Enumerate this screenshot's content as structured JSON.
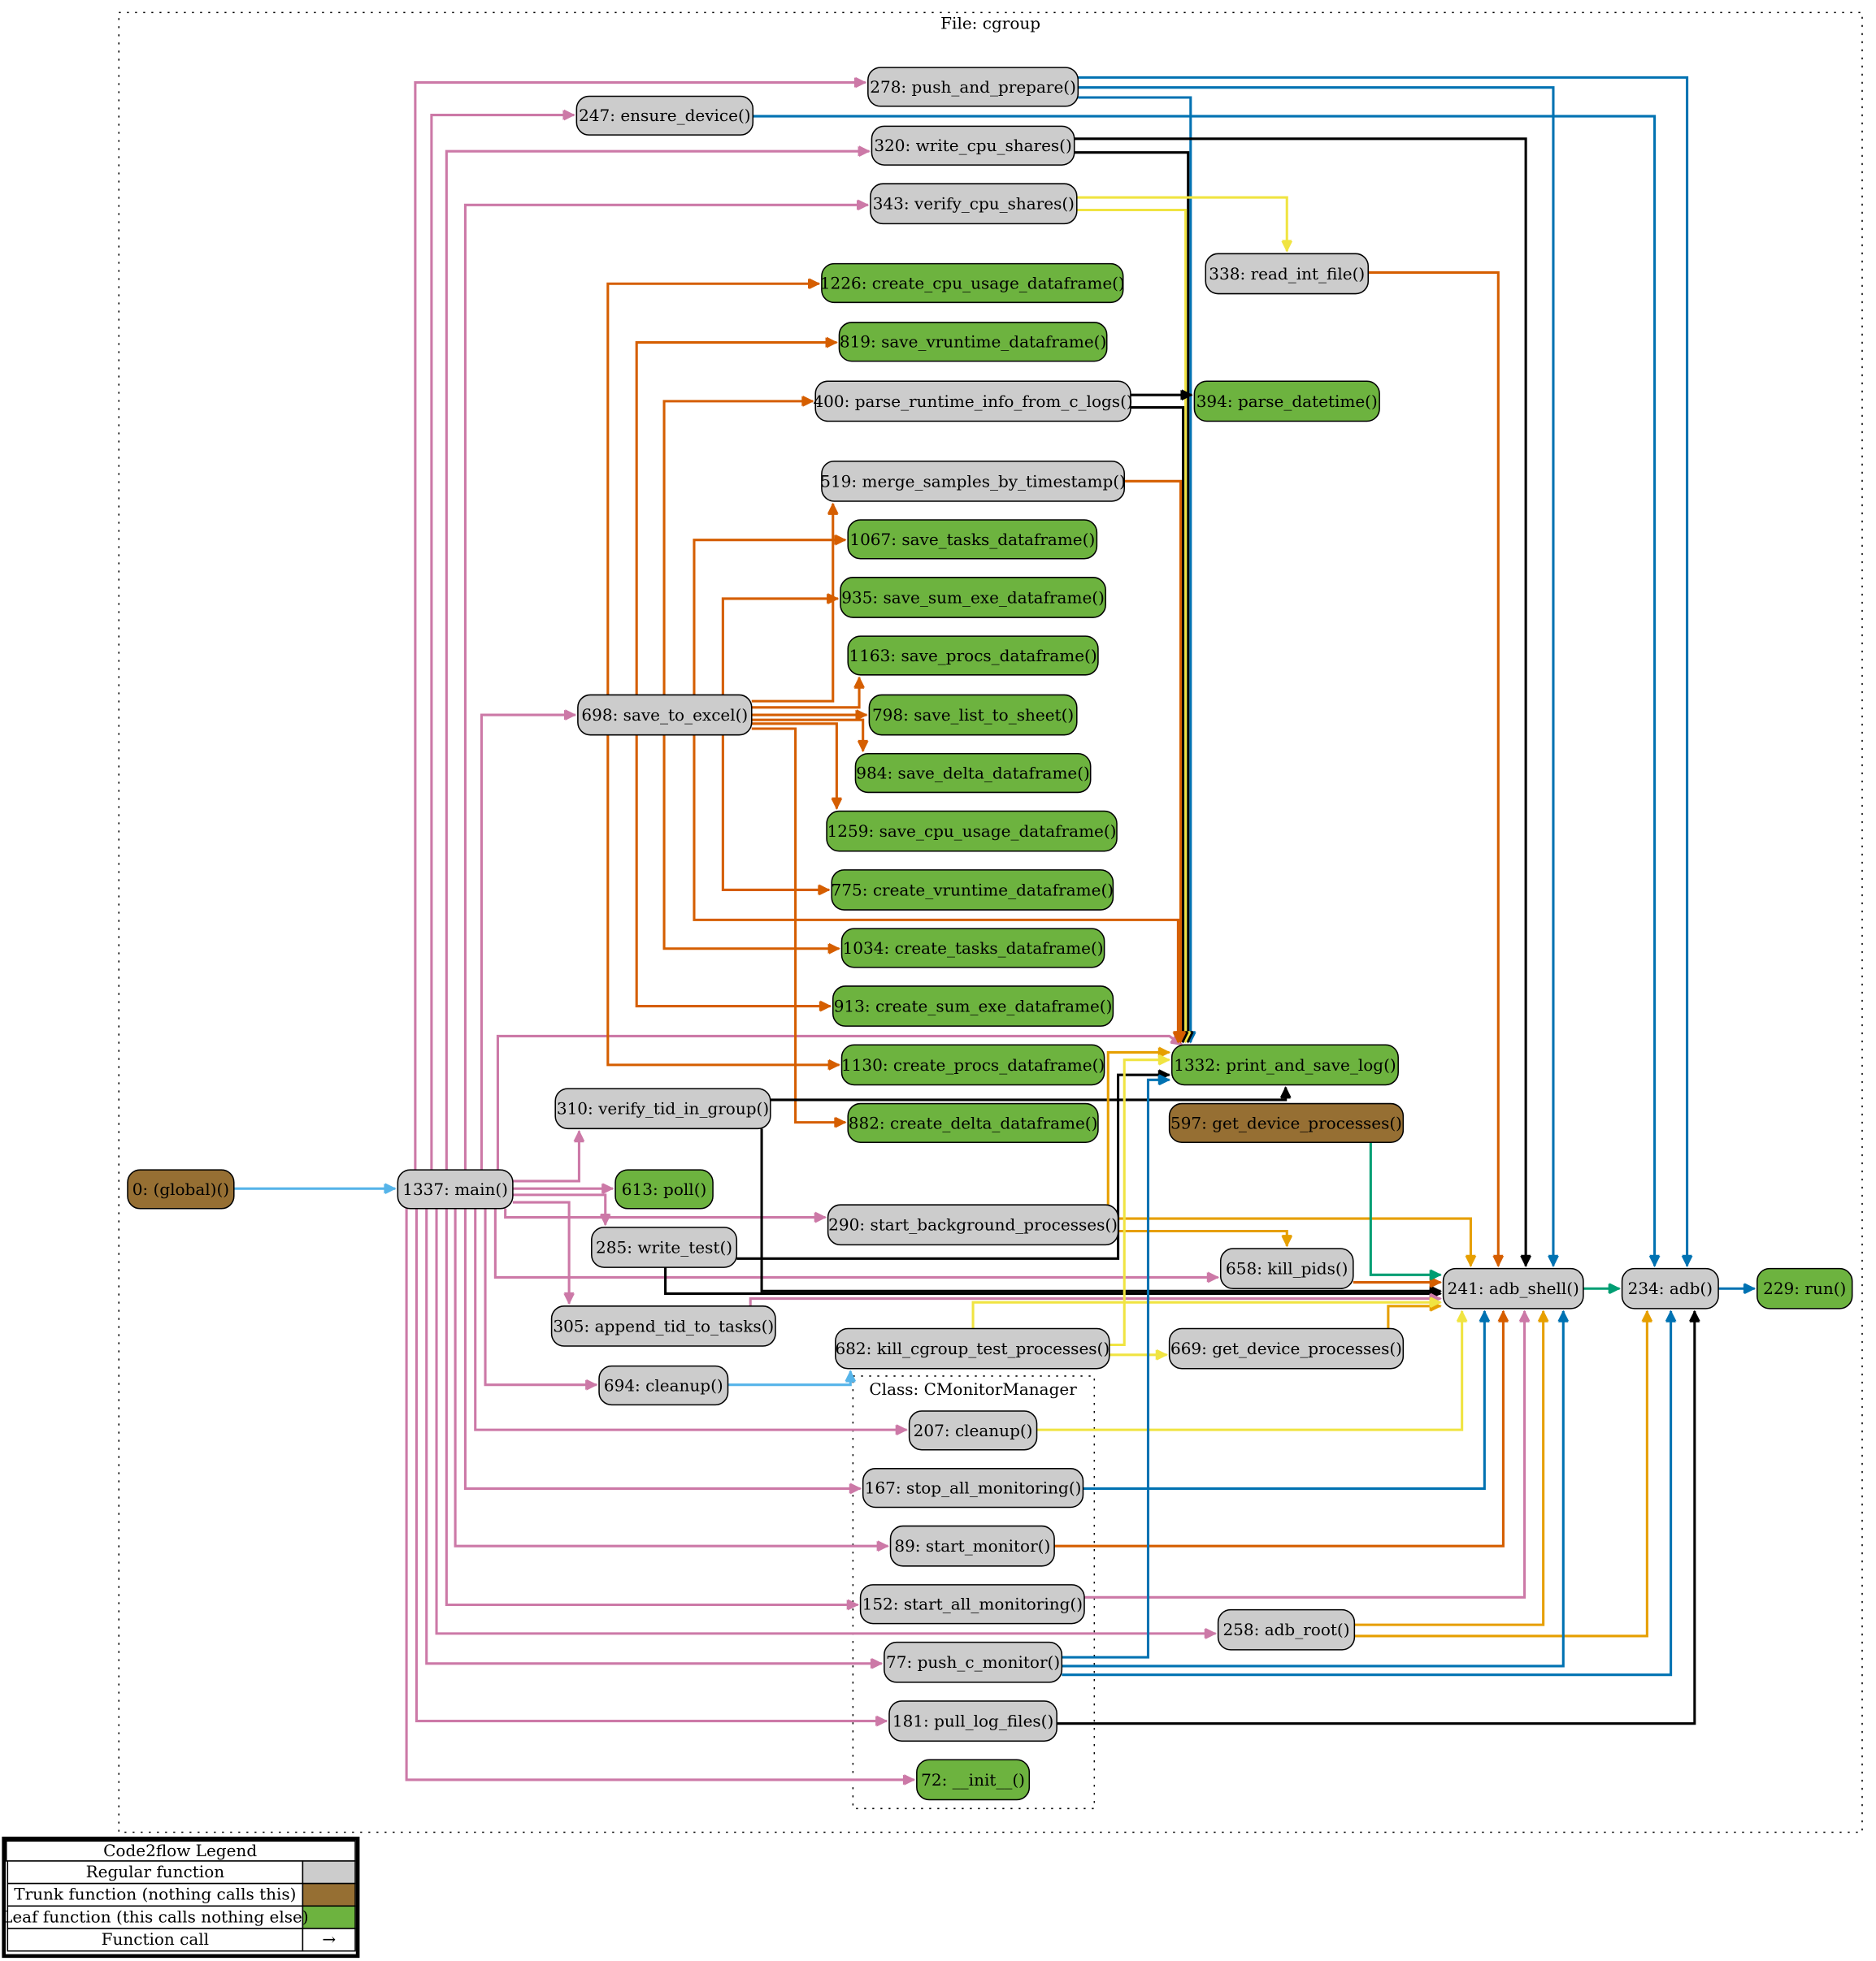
{
  "file_cluster": {
    "label": "File: cgroup"
  },
  "class_cluster": {
    "label": "Class: CMonitorManager"
  },
  "colors": {
    "regular": "#cccccc",
    "trunk": "#966f33",
    "leaf": "#6db33f",
    "pink": "#cc79a7",
    "orange": "#d55e00",
    "blue": "#0072b2",
    "black": "#000000",
    "yellow": "#f0e442",
    "amber": "#e69f00",
    "green": "#009e73",
    "skyblue": "#56b4e9"
  },
  "nodes": [
    {
      "id": "global",
      "label": "0: (global)()",
      "kind": "trunk"
    },
    {
      "id": "main",
      "label": "1337: main()",
      "kind": "regular"
    },
    {
      "id": "push_and_prepare",
      "label": "278: push_and_prepare()",
      "kind": "regular"
    },
    {
      "id": "ensure_device",
      "label": "247: ensure_device()",
      "kind": "regular"
    },
    {
      "id": "write_cpu_shares",
      "label": "320: write_cpu_shares()",
      "kind": "regular"
    },
    {
      "id": "verify_cpu_shares",
      "label": "343: verify_cpu_shares()",
      "kind": "regular"
    },
    {
      "id": "read_int_file",
      "label": "338: read_int_file()",
      "kind": "regular"
    },
    {
      "id": "create_cpu_usage_dataframe",
      "label": "1226: create_cpu_usage_dataframe()",
      "kind": "leaf"
    },
    {
      "id": "save_vruntime_dataframe",
      "label": "819: save_vruntime_dataframe()",
      "kind": "leaf"
    },
    {
      "id": "parse_runtime_info",
      "label": "400: parse_runtime_info_from_c_logs()",
      "kind": "regular"
    },
    {
      "id": "parse_datetime",
      "label": "394: parse_datetime()",
      "kind": "leaf"
    },
    {
      "id": "merge_samples",
      "label": "519: merge_samples_by_timestamp()",
      "kind": "regular"
    },
    {
      "id": "save_tasks_dataframe",
      "label": "1067: save_tasks_dataframe()",
      "kind": "leaf"
    },
    {
      "id": "save_sum_exe_dataframe",
      "label": "935: save_sum_exe_dataframe()",
      "kind": "leaf"
    },
    {
      "id": "save_procs_dataframe",
      "label": "1163: save_procs_dataframe()",
      "kind": "leaf"
    },
    {
      "id": "save_to_excel",
      "label": "698: save_to_excel()",
      "kind": "regular"
    },
    {
      "id": "save_list_to_sheet",
      "label": "798: save_list_to_sheet()",
      "kind": "leaf"
    },
    {
      "id": "save_delta_dataframe",
      "label": "984: save_delta_dataframe()",
      "kind": "leaf"
    },
    {
      "id": "save_cpu_usage_dataframe",
      "label": "1259: save_cpu_usage_dataframe()",
      "kind": "leaf"
    },
    {
      "id": "create_vruntime_dataframe",
      "label": "775: create_vruntime_dataframe()",
      "kind": "leaf"
    },
    {
      "id": "create_tasks_dataframe",
      "label": "1034: create_tasks_dataframe()",
      "kind": "leaf"
    },
    {
      "id": "create_sum_exe_dataframe",
      "label": "913: create_sum_exe_dataframe()",
      "kind": "leaf"
    },
    {
      "id": "create_procs_dataframe",
      "label": "1130: create_procs_dataframe()",
      "kind": "leaf"
    },
    {
      "id": "print_and_save_log",
      "label": "1332: print_and_save_log()",
      "kind": "leaf"
    },
    {
      "id": "verify_tid_in_group",
      "label": "310: verify_tid_in_group()",
      "kind": "regular"
    },
    {
      "id": "create_delta_dataframe",
      "label": "882: create_delta_dataframe()",
      "kind": "leaf"
    },
    {
      "id": "get_device_processes_597",
      "label": "597: get_device_processes()",
      "kind": "trunk"
    },
    {
      "id": "poll",
      "label": "613: poll()",
      "kind": "leaf"
    },
    {
      "id": "start_background_processes",
      "label": "290: start_background_processes()",
      "kind": "regular"
    },
    {
      "id": "write_test",
      "label": "285: write_test()",
      "kind": "regular"
    },
    {
      "id": "kill_pids",
      "label": "658: kill_pids()",
      "kind": "regular"
    },
    {
      "id": "adb_shell",
      "label": "241: adb_shell()",
      "kind": "regular"
    },
    {
      "id": "adb",
      "label": "234: adb()",
      "kind": "regular"
    },
    {
      "id": "run",
      "label": "229: run()",
      "kind": "leaf"
    },
    {
      "id": "append_tid_to_tasks",
      "label": "305: append_tid_to_tasks()",
      "kind": "regular"
    },
    {
      "id": "kill_cgroup_test_processes",
      "label": "682: kill_cgroup_test_processes()",
      "kind": "regular"
    },
    {
      "id": "get_device_processes_669",
      "label": "669: get_device_processes()",
      "kind": "regular"
    },
    {
      "id": "cleanup_694",
      "label": "694: cleanup()",
      "kind": "regular"
    },
    {
      "id": "cm_cleanup",
      "label": "207: cleanup()",
      "kind": "regular"
    },
    {
      "id": "stop_all_monitoring",
      "label": "167: stop_all_monitoring()",
      "kind": "regular"
    },
    {
      "id": "start_monitor",
      "label": "89: start_monitor()",
      "kind": "regular"
    },
    {
      "id": "start_all_monitoring",
      "label": "152: start_all_monitoring()",
      "kind": "regular"
    },
    {
      "id": "adb_root",
      "label": "258: adb_root()",
      "kind": "regular"
    },
    {
      "id": "push_c_monitor",
      "label": "77: push_c_monitor()",
      "kind": "regular"
    },
    {
      "id": "pull_log_files",
      "label": "181: pull_log_files()",
      "kind": "regular"
    },
    {
      "id": "init",
      "label": "72: __init__()",
      "kind": "leaf"
    }
  ],
  "edges": [
    {
      "from": "global",
      "to": "main",
      "color": "skyblue"
    },
    {
      "from": "main",
      "to": "push_and_prepare",
      "color": "pink"
    },
    {
      "from": "main",
      "to": "ensure_device",
      "color": "pink"
    },
    {
      "from": "main",
      "to": "write_cpu_shares",
      "color": "pink"
    },
    {
      "from": "main",
      "to": "verify_cpu_shares",
      "color": "pink"
    },
    {
      "from": "main",
      "to": "save_to_excel",
      "color": "pink"
    },
    {
      "from": "main",
      "to": "print_and_save_log",
      "color": "pink"
    },
    {
      "from": "main",
      "to": "verify_tid_in_group",
      "color": "pink"
    },
    {
      "from": "main",
      "to": "poll",
      "color": "pink"
    },
    {
      "from": "main",
      "to": "start_background_processes",
      "color": "pink"
    },
    {
      "from": "main",
      "to": "write_test",
      "color": "pink"
    },
    {
      "from": "main",
      "to": "kill_pids",
      "color": "pink"
    },
    {
      "from": "main",
      "to": "append_tid_to_tasks",
      "color": "pink"
    },
    {
      "from": "main",
      "to": "cleanup_694",
      "color": "pink"
    },
    {
      "from": "main",
      "to": "cm_cleanup",
      "color": "pink"
    },
    {
      "from": "main",
      "to": "stop_all_monitoring",
      "color": "pink"
    },
    {
      "from": "main",
      "to": "start_monitor",
      "color": "pink"
    },
    {
      "from": "main",
      "to": "start_all_monitoring",
      "color": "pink"
    },
    {
      "from": "main",
      "to": "adb_root",
      "color": "pink"
    },
    {
      "from": "main",
      "to": "push_c_monitor",
      "color": "pink"
    },
    {
      "from": "main",
      "to": "pull_log_files",
      "color": "pink"
    },
    {
      "from": "main",
      "to": "init",
      "color": "pink"
    },
    {
      "from": "push_and_prepare",
      "to": "adb",
      "color": "blue"
    },
    {
      "from": "push_and_prepare",
      "to": "adb_shell",
      "color": "blue"
    },
    {
      "from": "push_and_prepare",
      "to": "print_and_save_log",
      "color": "blue"
    },
    {
      "from": "ensure_device",
      "to": "adb",
      "color": "blue"
    },
    {
      "from": "write_cpu_shares",
      "to": "adb_shell",
      "color": "black"
    },
    {
      "from": "write_cpu_shares",
      "to": "print_and_save_log",
      "color": "black"
    },
    {
      "from": "verify_cpu_shares",
      "to": "read_int_file",
      "color": "yellow"
    },
    {
      "from": "verify_cpu_shares",
      "to": "print_and_save_log",
      "color": "yellow"
    },
    {
      "from": "read_int_file",
      "to": "adb_shell",
      "color": "orange"
    },
    {
      "from": "parse_runtime_info",
      "to": "parse_datetime",
      "color": "black"
    },
    {
      "from": "parse_runtime_info",
      "to": "print_and_save_log",
      "color": "black"
    },
    {
      "from": "merge_samples",
      "to": "print_and_save_log",
      "color": "orange"
    },
    {
      "from": "save_to_excel",
      "to": "create_cpu_usage_dataframe",
      "color": "orange"
    },
    {
      "from": "save_to_excel",
      "to": "save_vruntime_dataframe",
      "color": "orange"
    },
    {
      "from": "save_to_excel",
      "to": "parse_runtime_info",
      "color": "orange"
    },
    {
      "from": "save_to_excel",
      "to": "merge_samples",
      "color": "orange"
    },
    {
      "from": "save_to_excel",
      "to": "save_tasks_dataframe",
      "color": "orange"
    },
    {
      "from": "save_to_excel",
      "to": "save_sum_exe_dataframe",
      "color": "orange"
    },
    {
      "from": "save_to_excel",
      "to": "save_procs_dataframe",
      "color": "orange"
    },
    {
      "from": "save_to_excel",
      "to": "save_list_to_sheet",
      "color": "orange"
    },
    {
      "from": "save_to_excel",
      "to": "save_delta_dataframe",
      "color": "orange"
    },
    {
      "from": "save_to_excel",
      "to": "save_cpu_usage_dataframe",
      "color": "orange"
    },
    {
      "from": "save_to_excel",
      "to": "create_vruntime_dataframe",
      "color": "orange"
    },
    {
      "from": "save_to_excel",
      "to": "create_tasks_dataframe",
      "color": "orange"
    },
    {
      "from": "save_to_excel",
      "to": "create_sum_exe_dataframe",
      "color": "orange"
    },
    {
      "from": "save_to_excel",
      "to": "create_procs_dataframe",
      "color": "orange"
    },
    {
      "from": "save_to_excel",
      "to": "create_delta_dataframe",
      "color": "orange"
    },
    {
      "from": "save_to_excel",
      "to": "print_and_save_log",
      "color": "orange"
    },
    {
      "from": "verify_tid_in_group",
      "to": "print_and_save_log",
      "color": "black"
    },
    {
      "from": "verify_tid_in_group",
      "to": "adb_shell",
      "color": "black"
    },
    {
      "from": "start_background_processes",
      "to": "adb_shell",
      "color": "amber"
    },
    {
      "from": "start_background_processes",
      "to": "kill_pids",
      "color": "amber"
    },
    {
      "from": "start_background_processes",
      "to": "print_and_save_log",
      "color": "amber"
    },
    {
      "from": "write_test",
      "to": "adb_shell",
      "color": "black"
    },
    {
      "from": "write_test",
      "to": "print_and_save_log",
      "color": "black"
    },
    {
      "from": "kill_pids",
      "to": "adb_shell",
      "color": "orange"
    },
    {
      "from": "append_tid_to_tasks",
      "to": "adb_shell",
      "color": "pink"
    },
    {
      "from": "get_device_processes_597",
      "to": "adb_shell",
      "color": "green"
    },
    {
      "from": "get_device_processes_669",
      "to": "adb_shell",
      "color": "amber"
    },
    {
      "from": "kill_cgroup_test_processes",
      "to": "adb_shell",
      "color": "yellow"
    },
    {
      "from": "kill_cgroup_test_processes",
      "to": "get_device_processes_669",
      "color": "yellow"
    },
    {
      "from": "kill_cgroup_test_processes",
      "to": "print_and_save_log",
      "color": "yellow"
    },
    {
      "from": "cleanup_694",
      "to": "kill_cgroup_test_processes",
      "color": "skyblue"
    },
    {
      "from": "cm_cleanup",
      "to": "adb_shell",
      "color": "yellow"
    },
    {
      "from": "stop_all_monitoring",
      "to": "adb_shell",
      "color": "blue"
    },
    {
      "from": "start_monitor",
      "to": "adb_shell",
      "color": "orange"
    },
    {
      "from": "start_all_monitoring",
      "to": "adb_shell",
      "color": "pink"
    },
    {
      "from": "adb_root",
      "to": "adb_shell",
      "color": "amber"
    },
    {
      "from": "adb_root",
      "to": "adb",
      "color": "amber"
    },
    {
      "from": "push_c_monitor",
      "to": "adb_shell",
      "color": "blue"
    },
    {
      "from": "push_c_monitor",
      "to": "adb",
      "color": "blue"
    },
    {
      "from": "push_c_monitor",
      "to": "print_and_save_log",
      "color": "blue"
    },
    {
      "from": "pull_log_files",
      "to": "adb",
      "color": "black"
    },
    {
      "from": "adb_shell",
      "to": "adb",
      "color": "green"
    },
    {
      "from": "adb",
      "to": "run",
      "color": "blue"
    }
  ],
  "legend": {
    "title": "Code2flow Legend",
    "rows": [
      {
        "label": "Regular function",
        "swatch": "regular"
      },
      {
        "label": "Trunk function (nothing calls this)",
        "swatch": "trunk"
      },
      {
        "label": "Leaf function (this calls nothing else)",
        "swatch": "leaf"
      },
      {
        "label": "Function call",
        "symbol": "→"
      }
    ]
  }
}
